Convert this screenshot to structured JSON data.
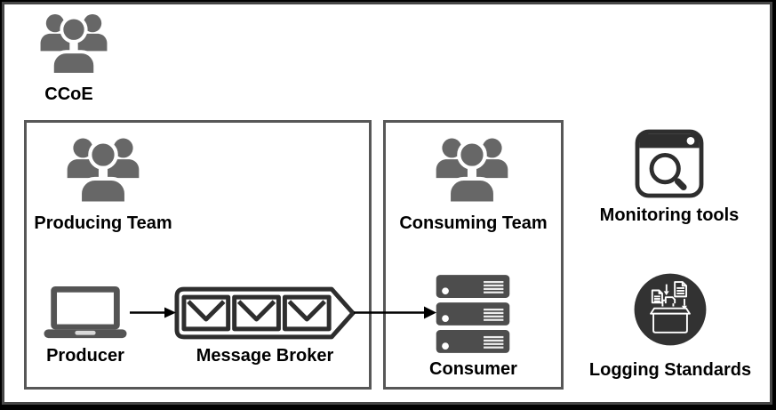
{
  "nodes": {
    "ccoe": "CCoE",
    "producing_team": "Producing Team",
    "producer": "Producer",
    "message_broker": "Message Broker",
    "consuming_team": "Consuming Team",
    "consumer": "Consumer",
    "monitoring": "Monitoring tools",
    "logging": "Logging Standards"
  },
  "edges": [
    {
      "from": "Producer",
      "to": "Message Broker"
    },
    {
      "from": "Message Broker",
      "to": "Consumer"
    }
  ],
  "icons": {
    "ccoe": "team-icon",
    "producing_team": "team-icon",
    "producer": "laptop-icon",
    "message_broker": "envelope-queue-icon",
    "consuming_team": "team-icon",
    "consumer": "server-stack-icon",
    "monitoring": "browser-magnifier-icon",
    "logging": "archive-documents-icon"
  },
  "colors": {
    "background": "#ffffff",
    "outer_frame": "#464646",
    "group_box_border": "#575757",
    "team_icon_gray": "#676767",
    "outline_dark": "#2e2e2e",
    "laptop_gray": "#545454",
    "server_fill": "#4d4d4d",
    "logging_circle_fill": "#323232",
    "label_color": "#000000",
    "arrow_color": "#000000"
  }
}
